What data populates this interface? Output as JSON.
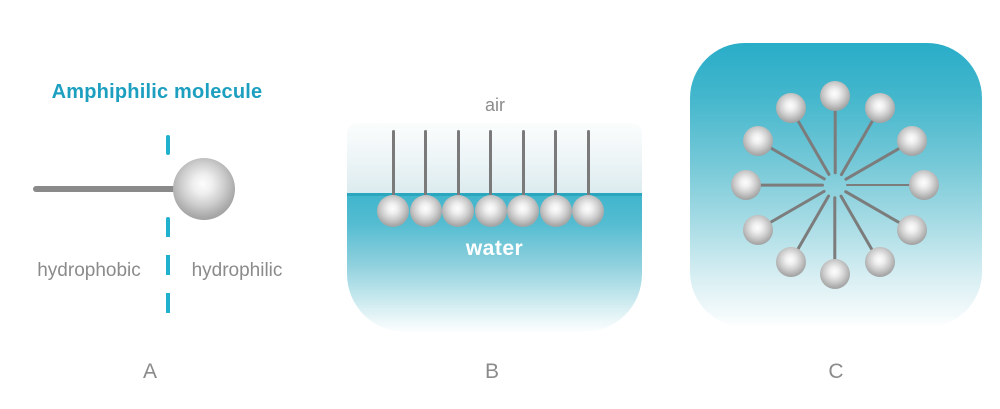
{
  "colors": {
    "teal_title": "#1d9fc0",
    "teal_dash": "#20b1ce",
    "text_gray": "#8b8b8b",
    "tail_gray": "#8a8a8a",
    "water_top": "#41b6cd",
    "water_surface_line": "#2aa6bf",
    "panel_c_top": "#29adc8"
  },
  "panel_a": {
    "title": "Amphiphilic molecule",
    "label_left": "hydrophobic",
    "label_right": "hydrophilic",
    "letter": "A"
  },
  "panel_b": {
    "air_label": "air",
    "water_label": "water",
    "molecule_count": 7,
    "letter": "B"
  },
  "panel_c": {
    "molecule_count": 12,
    "letter": "C"
  }
}
